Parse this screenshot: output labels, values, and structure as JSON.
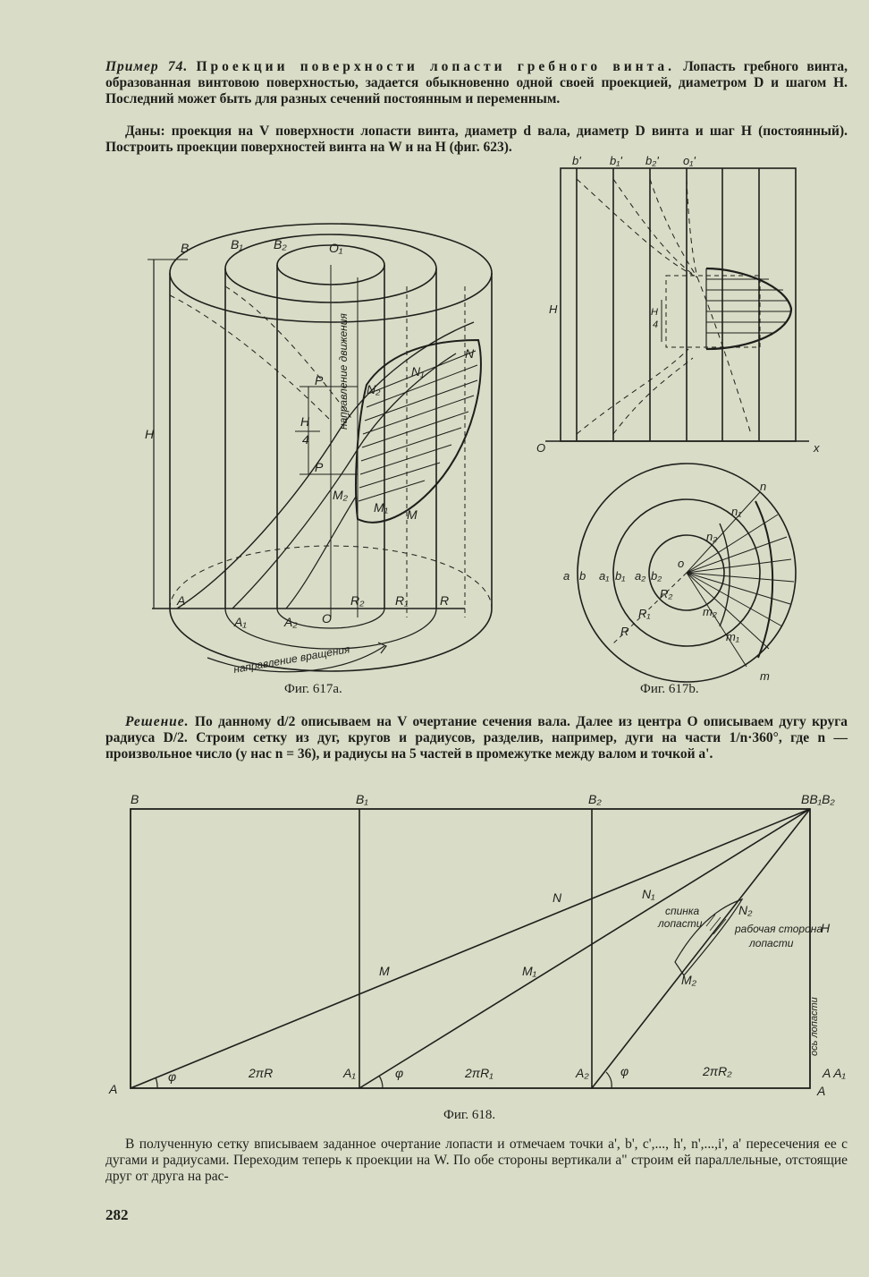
{
  "example": {
    "title": "Пример 74.",
    "title_rest": "Проекции поверхности лопасти гребного винта.",
    "body": "Лопасть гребного винта, образованная винтовою поверхностью, задается обыкновенно одной своей проекцией, диаметром D и шагом H. Последний может быть для разных сечений постоянным и переменным.",
    "given": "Даны: проекция на V поверхности лопасти винта, диаметр d вала, диаметр D винта и шаг H (постоянный). Построить проекции поверхностей винта на W и на H (фиг. 623)."
  },
  "fig617a": {
    "caption": "Фиг. 617a.",
    "labels": {
      "B": "B",
      "B1": "B₁",
      "B2": "B₂",
      "O1": "O₁",
      "N": "N",
      "N1": "N₁",
      "N2": "N₂",
      "P_top": "P",
      "P_bot": "P",
      "H4": "H",
      "H4_den": "4",
      "H": "H",
      "M": "M",
      "M1": "M₁",
      "M2": "M₂",
      "A": "A",
      "A1": "A₁",
      "A2": "A₂",
      "O": "O",
      "R": "R",
      "R1": "R₁",
      "R2": "R₂",
      "dir_motion": "направление движения",
      "dir_rotation": "направление вращения"
    }
  },
  "fig617b": {
    "caption": "Фиг. 617b.",
    "labels": {
      "b_prime": "b'",
      "b1_prime": "b₁'",
      "b2_prime": "b₂'",
      "o1_prime": "o₁'",
      "H": "H",
      "O": "O",
      "x": "x",
      "H4": "H",
      "H4_den": "4",
      "a": "a",
      "b": "b",
      "a1": "a₁",
      "b1": "b₁",
      "a2": "a₂",
      "b2": "b₂",
      "o": "o",
      "n": "n",
      "n1": "n₁",
      "n2": "n₂",
      "m": "m",
      "m1": "m₁",
      "m2": "m₂",
      "R": "R",
      "R1": "R₁",
      "R2": "R₂"
    }
  },
  "solution": {
    "lead": "Решение.",
    "text": "По данному d/2 описываем на V очертание сечения вала. Далее из центра O описываем дугу круга радиуса D/2. Строим сетку из дуг, кругов и радиусов, разделив, например, дуги на части 1/n·360°, где n — произвольное число (у нас n = 36), и радиусы на 5 частей в промежутке между валом и точкой a'."
  },
  "fig618": {
    "caption": "Фиг. 618.",
    "labels": {
      "B": "B",
      "B1": "B₁",
      "B2": "B₂",
      "BBB": "BB₁B₂",
      "N": "N",
      "N1": "N₁",
      "N2": "N₂",
      "M": "M",
      "M1": "M₁",
      "M2": "M₂",
      "A": "A",
      "A1": "A₁",
      "A2": "A₂",
      "A_end": "A A₁",
      "A_bottom": "A",
      "phi": "φ",
      "twoPiR": "2πR",
      "twoPiR1": "2πR₁",
      "twoPiR2": "2πR₂",
      "H": "H",
      "back": "спинка",
      "back2": "лопасти",
      "working": "рабочая сторона",
      "working2": "лопасти",
      "axis": "ось лопасти"
    }
  },
  "final": {
    "text": "В полученную сетку вписываем заданное очертание лопасти и отмечаем точки a', b', c',..., h', n',...,i', a' пересечения ее с дугами и радиусами. Переходим теперь к проекции на W. По обе стороны вертикали a\" строим ей параллельные, отстоящие друг от друга на рас-"
  },
  "page_number": "282"
}
